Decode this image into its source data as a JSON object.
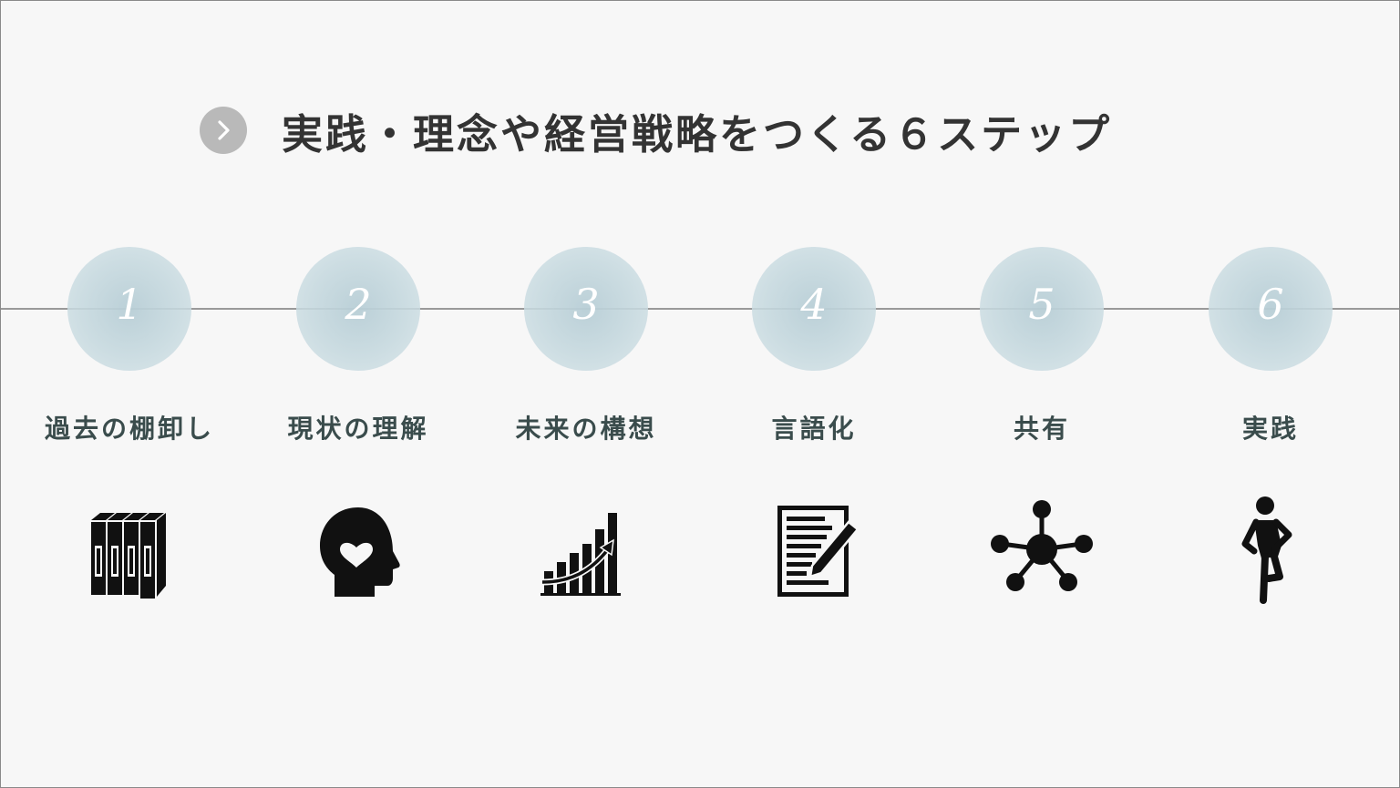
{
  "title": "実践・理念や経営戦略をつくる６ステップ",
  "steps": [
    {
      "number": "1",
      "label": "過去の棚卸し",
      "icon": "books-icon"
    },
    {
      "number": "2",
      "label": "現状の理解",
      "icon": "head-heart-icon"
    },
    {
      "number": "3",
      "label": "未来の構想",
      "icon": "growth-chart-icon"
    },
    {
      "number": "4",
      "label": "言語化",
      "icon": "document-pen-icon"
    },
    {
      "number": "5",
      "label": "共有",
      "icon": "network-icon"
    },
    {
      "number": "6",
      "label": "実践",
      "icon": "walking-person-icon"
    }
  ],
  "colors": {
    "circle": "#c3d7dd",
    "label": "#3a4c4c",
    "title": "#333333",
    "line": "#9a9a9a"
  }
}
